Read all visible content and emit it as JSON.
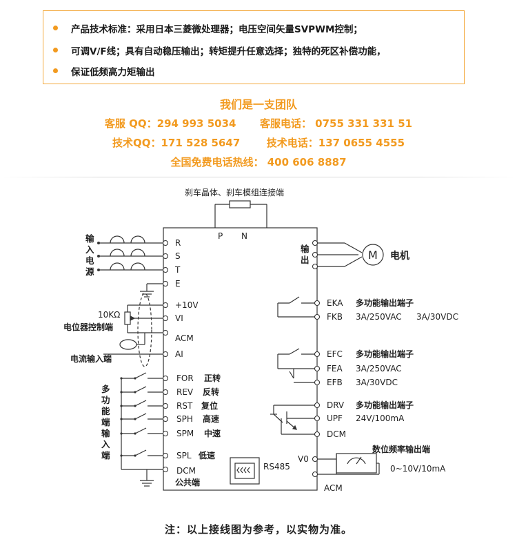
{
  "features": [
    "产品技术标准：采用日本三菱微处理器；电压空间矢量SVPWM控制；",
    "可调V/F线；具有自动稳压输出；转矩提升任意选择；独特的死区补偿功能，",
    "保证低频高力矩输出"
  ],
  "team": {
    "title": "我们是一支团队",
    "service_qq": "客服 QQ：294 993 5034",
    "service_phone": "客服电话： 0755 331 331 51",
    "tech_qq": "技术QQ：171 528 5647",
    "tech_phone": "技术电话：137 0655 4555",
    "hotline": "全国免费电话热线： 400 606 8887"
  },
  "diagram": {
    "brake_title": "刹车晶体、刹车模组连接端",
    "brake_p": "P",
    "brake_n": "N",
    "input_power": [
      "输",
      "入",
      "电",
      "源"
    ],
    "terminals_left": {
      "r": "R",
      "s": "S",
      "t": "T",
      "e": "E",
      "p10v": "+10V",
      "vi": "VI",
      "acm": "ACM",
      "ai": "AI",
      "for": "FOR",
      "rev": "REV",
      "rst": "RST",
      "sph": "SPH",
      "spm": "SPM",
      "spl": "SPL",
      "dcm": "DCM"
    },
    "func_left": {
      "for": "正转",
      "rev": "反转",
      "rst": "复位",
      "sph": "高速",
      "spm": "中速",
      "spl": "低速"
    },
    "common": "公共端",
    "pot_value": "10KΩ",
    "pot_label": "电位器控制端",
    "current_label": "电流输入端",
    "multi_input": [
      "多",
      "功",
      "能",
      "端",
      "输",
      "入",
      "端"
    ],
    "output": [
      "输",
      "出"
    ],
    "motor_symbol": "M",
    "motor_label": "电机",
    "relay1": {
      "t1": "EKA",
      "t2": "FKB",
      "title": "多功能输出端子",
      "rating1": "3A/250VAC",
      "rating2": "3A/30VDC"
    },
    "relay2": {
      "t1": "EFC",
      "t2": "FEA",
      "t3": "EFB",
      "title": "多功能输出端子",
      "rating1": "3A/250VAC",
      "rating2": "3A/30VDC"
    },
    "transistor": {
      "t1": "DRV",
      "t2": "UPF",
      "t3": "DCM",
      "title": "多功能输出端子",
      "rating": "24V/100mA"
    },
    "rs485": "RS485",
    "freq": {
      "v0": "V0",
      "acm": "ACM",
      "title": "数位频率输出端",
      "range": "0~10V/10mA"
    }
  },
  "note": "注：以上接线图为参考，以实物为准。"
}
